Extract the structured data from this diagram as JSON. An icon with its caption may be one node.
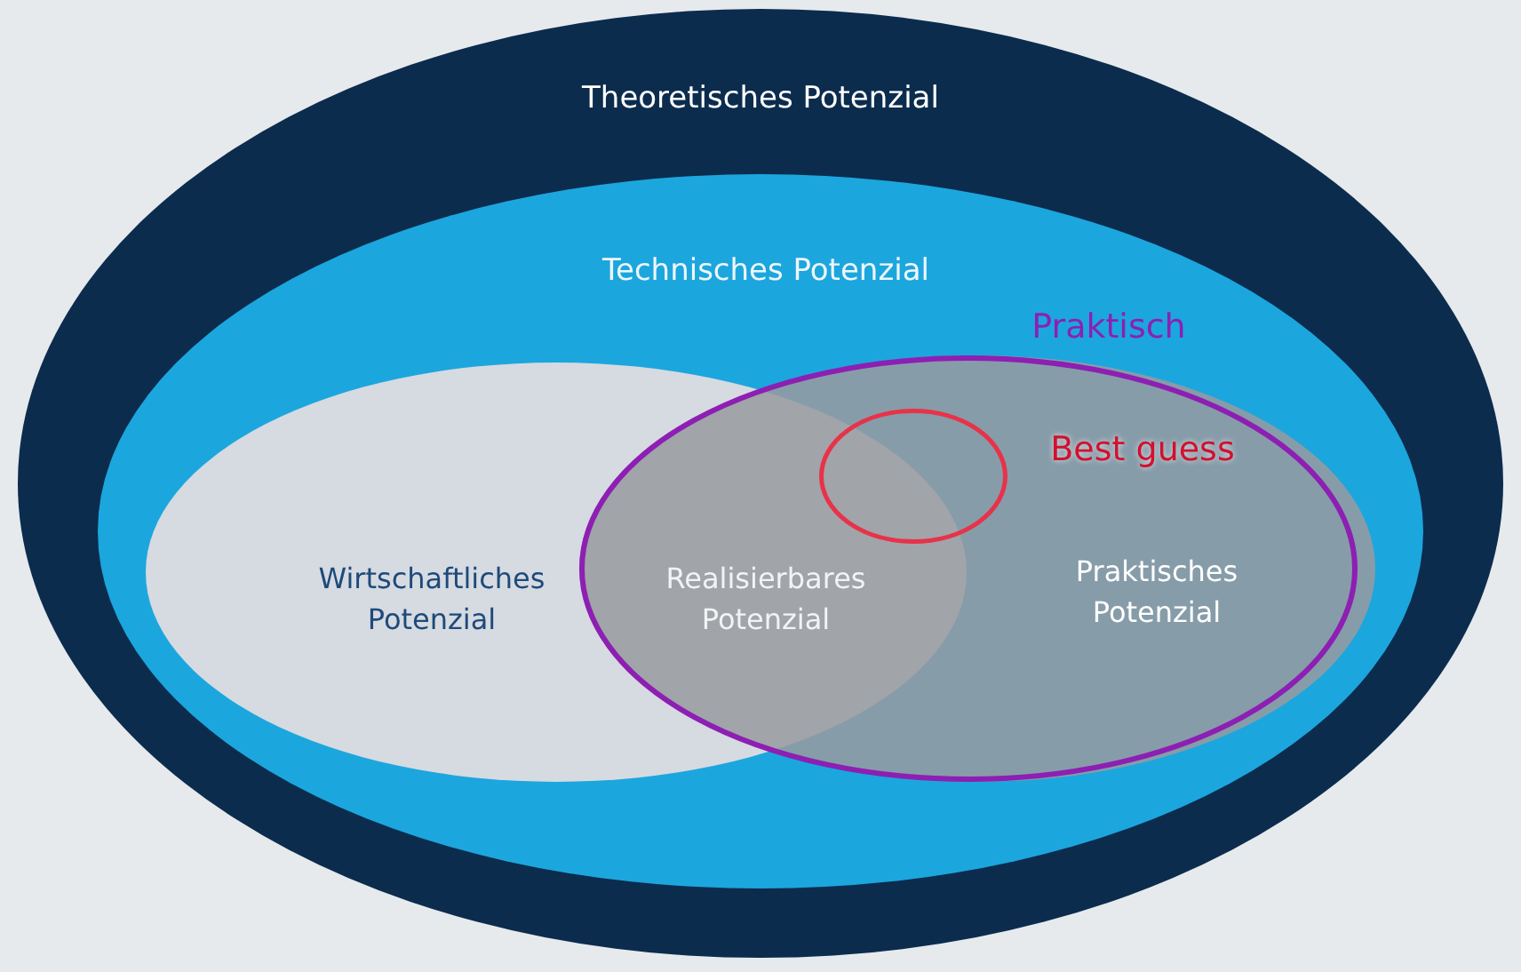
{
  "diagram": {
    "nodes": [
      {
        "text": [
          "Theoretisches Potenzial"
        ]
      },
      {
        "text": [
          "Technisches Potenzial"
        ],
        "in": 0
      },
      {
        "text": [
          "Wirtschaftliches Potenzial"
        ],
        "in": 1
      },
      {
        "text": [
          "Praktisch",
          "Praktisches Potenzial"
        ],
        "in": 1
      },
      {
        "text": [
          "Best guess"
        ],
        "in": 3
      }
    ],
    "labels": [
      "Realisierbares Potenzial"
    ]
  }
}
